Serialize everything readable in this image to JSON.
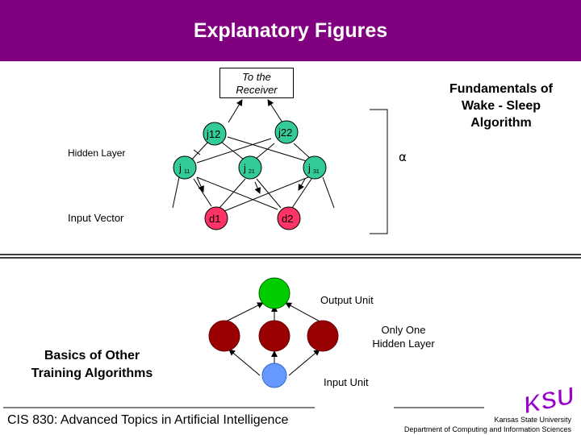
{
  "title": "Explanatory Figures",
  "receiver_label": "To the Receiver",
  "fundamentals": [
    "Fundamentals of",
    "Wake - Sleep",
    "Algorithm"
  ],
  "hidden_layer_label": "Hidden Layer",
  "input_vector_label": "Input Vector",
  "alpha_label": "α",
  "nodes": {
    "j12": "j12",
    "j22": "j22",
    "j11": "j",
    "j11_sub": "11",
    "j21": "j",
    "j21_sub": "21",
    "j31": "j",
    "j31_sub": "31",
    "d1": "d1",
    "d2": "d2"
  },
  "output_unit_label": "Output Unit",
  "hidden_layer_one": [
    "Only One",
    "Hidden Layer"
  ],
  "input_unit_label": "Input Unit",
  "basics": [
    "Basics of Other",
    "Training Algorithms"
  ],
  "footer_course": "CIS 830: Advanced Topics in Artificial Intelligence",
  "logo_text": "KSU",
  "footer_univ": "Kansas State University",
  "footer_dept": "Department of Computing and Information Sciences",
  "colors": {
    "banner": "#800080",
    "node_teal": "#33CC99",
    "node_pink": "#FF3366",
    "node_green": "#00CC00",
    "node_darkred": "#990000",
    "node_blue": "#6699FF",
    "logo": "#9900CC"
  }
}
